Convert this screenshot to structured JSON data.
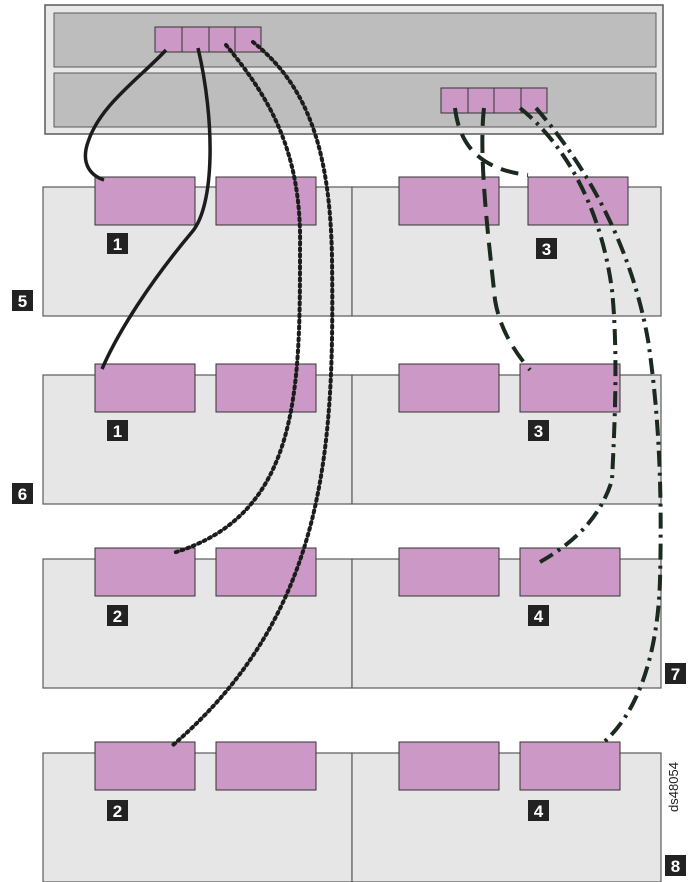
{
  "colors": {
    "enclosure_fill": "#e6e6e6",
    "enclosure_border": "#5a5a5a",
    "switch_outer": "#e8e8e8",
    "switch_panel": "#bdbdbd",
    "port_fill": "#cc99c6",
    "port_border": "#333333",
    "badge_fill": "#222222",
    "cable": "#1c1c1c",
    "dashed_cable": "#1b2a1e"
  },
  "badges": {
    "row1_left": "1",
    "row1_right": "3",
    "row2_left": "1",
    "row2_right": "3",
    "row3_left": "2",
    "row3_right": "4",
    "row4_left": "2",
    "row4_right": "4",
    "unit_5": "5",
    "unit_6": "6",
    "unit_7": "7",
    "unit_8": "8"
  },
  "figure_id": "ds48054",
  "cable_styles": {
    "host_a_port1": "solid",
    "host_a_port2": "solid",
    "host_a_port3": "dotted",
    "host_a_port4": "dotted",
    "host_b_port1": "dashed",
    "host_b_port2": "dashed",
    "host_b_port3": "dash-dot",
    "host_b_port4": "dash-dot"
  }
}
